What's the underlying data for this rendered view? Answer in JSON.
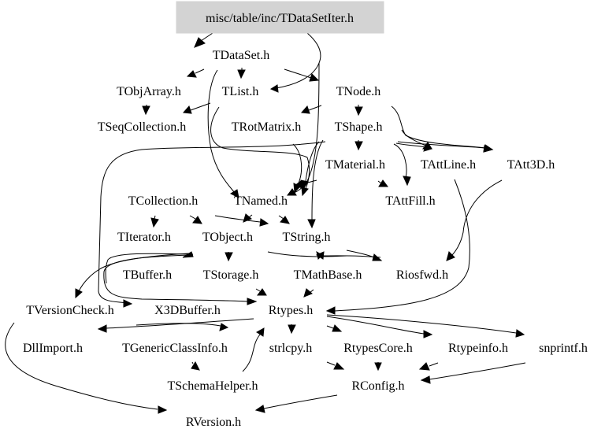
{
  "graph": {
    "title": "misc/table/inc/TDataSetIter.h",
    "root": "n0",
    "colors": {
      "root_fill": "#d3d3d3",
      "edge": "#000000",
      "text": "#000000",
      "background": "#ffffff"
    },
    "nodes": [
      {
        "id": "n0",
        "label": "misc/table/inc/TDataSetIter.h",
        "root": true
      },
      {
        "id": "n1",
        "label": "TDataSet.h"
      },
      {
        "id": "n2",
        "label": "TObjArray.h"
      },
      {
        "id": "n3",
        "label": "TList.h"
      },
      {
        "id": "n4",
        "label": "TNode.h"
      },
      {
        "id": "n5",
        "label": "TSeqCollection.h"
      },
      {
        "id": "n6",
        "label": "TRotMatrix.h"
      },
      {
        "id": "n7",
        "label": "TShape.h"
      },
      {
        "id": "n8",
        "label": "TMaterial.h"
      },
      {
        "id": "n9",
        "label": "TAttLine.h"
      },
      {
        "id": "n10",
        "label": "TAtt3D.h"
      },
      {
        "id": "n11",
        "label": "TCollection.h"
      },
      {
        "id": "n12",
        "label": "TNamed.h"
      },
      {
        "id": "n13",
        "label": "TAttFill.h"
      },
      {
        "id": "n14",
        "label": "TIterator.h"
      },
      {
        "id": "n15",
        "label": "TObject.h"
      },
      {
        "id": "n16",
        "label": "TString.h"
      },
      {
        "id": "n17",
        "label": "TBuffer.h"
      },
      {
        "id": "n18",
        "label": "TStorage.h"
      },
      {
        "id": "n19",
        "label": "TMathBase.h"
      },
      {
        "id": "n20",
        "label": "Riosfwd.h"
      },
      {
        "id": "n21",
        "label": "TVersionCheck.h"
      },
      {
        "id": "n22",
        "label": "X3DBuffer.h"
      },
      {
        "id": "n23",
        "label": "Rtypes.h"
      },
      {
        "id": "n24",
        "label": "DllImport.h"
      },
      {
        "id": "n25",
        "label": "TGenericClassInfo.h"
      },
      {
        "id": "n26",
        "label": "strlcpy.h"
      },
      {
        "id": "n27",
        "label": "RtypesCore.h"
      },
      {
        "id": "n28",
        "label": "Rtypeinfo.h"
      },
      {
        "id": "n29",
        "label": "snprintf.h"
      },
      {
        "id": "n30",
        "label": "TSchemaHelper.h"
      },
      {
        "id": "n31",
        "label": "RConfig.h"
      },
      {
        "id": "n32",
        "label": "RVersion.h"
      }
    ],
    "edges": [
      {
        "from": "misc/table/inc/TDataSetIter.h",
        "to": "TDataSet.h"
      },
      {
        "from": "misc/table/inc/TDataSetIter.h",
        "to": "TList.h"
      },
      {
        "from": "misc/table/inc/TDataSetIter.h",
        "to": "TNamed.h"
      },
      {
        "from": "TDataSet.h",
        "to": "TObjArray.h"
      },
      {
        "from": "TDataSet.h",
        "to": "TList.h"
      },
      {
        "from": "TDataSet.h",
        "to": "TNode.h"
      },
      {
        "from": "TDataSet.h",
        "to": "TNamed.h"
      },
      {
        "from": "TObjArray.h",
        "to": "TSeqCollection.h"
      },
      {
        "from": "TList.h",
        "to": "TSeqCollection.h"
      },
      {
        "from": "TList.h",
        "to": "TNamed.h"
      },
      {
        "from": "TNode.h",
        "to": "TShape.h"
      },
      {
        "from": "TNode.h",
        "to": "TRotMatrix.h"
      },
      {
        "from": "TNode.h",
        "to": "TAttLine.h"
      },
      {
        "from": "TNode.h",
        "to": "TAtt3D.h"
      },
      {
        "from": "TNode.h",
        "to": "TAttFill.h"
      },
      {
        "from": "TSeqCollection.h",
        "to": "TCollection.h"
      },
      {
        "from": "TRotMatrix.h",
        "to": "TNamed.h"
      },
      {
        "from": "TShape.h",
        "to": "TMaterial.h"
      },
      {
        "from": "TShape.h",
        "to": "TAttLine.h"
      },
      {
        "from": "TShape.h",
        "to": "TAtt3D.h"
      },
      {
        "from": "TShape.h",
        "to": "TAttFill.h"
      },
      {
        "from": "TShape.h",
        "to": "TNamed.h"
      },
      {
        "from": "TShape.h",
        "to": "X3DBuffer.h"
      },
      {
        "from": "TShape.h",
        "to": "TString.h"
      },
      {
        "from": "TMaterial.h",
        "to": "TAttFill.h"
      },
      {
        "from": "TMaterial.h",
        "to": "TNamed.h"
      },
      {
        "from": "TAttLine.h",
        "to": "Rtypes.h"
      },
      {
        "from": "TAtt3D.h",
        "to": "Riosfwd.h"
      },
      {
        "from": "TCollection.h",
        "to": "TIterator.h"
      },
      {
        "from": "TCollection.h",
        "to": "TObject.h"
      },
      {
        "from": "TCollection.h",
        "to": "TString.h"
      },
      {
        "from": "TNamed.h",
        "to": "TObject.h"
      },
      {
        "from": "TNamed.h",
        "to": "TString.h"
      },
      {
        "from": "TObject.h",
        "to": "TStorage.h"
      },
      {
        "from": "TObject.h",
        "to": "TBuffer.h"
      },
      {
        "from": "TObject.h",
        "to": "TVersionCheck.h"
      },
      {
        "from": "TObject.h",
        "to": "Rtypes.h"
      },
      {
        "from": "TObject.h",
        "to": "TMathBase.h"
      },
      {
        "from": "TString.h",
        "to": "Riosfwd.h"
      },
      {
        "from": "TString.h",
        "to": "TMathBase.h"
      },
      {
        "from": "TStorage.h",
        "to": "Rtypes.h"
      },
      {
        "from": "TMathBase.h",
        "to": "Rtypes.h"
      },
      {
        "from": "TVersionCheck.h",
        "to": "RVersion.h"
      },
      {
        "from": "Rtypes.h",
        "to": "DllImport.h"
      },
      {
        "from": "Rtypes.h",
        "to": "TGenericClassInfo.h"
      },
      {
        "from": "Rtypes.h",
        "to": "strlcpy.h"
      },
      {
        "from": "Rtypes.h",
        "to": "RtypesCore.h"
      },
      {
        "from": "Rtypes.h",
        "to": "Rtypeinfo.h"
      },
      {
        "from": "Rtypes.h",
        "to": "snprintf.h"
      },
      {
        "from": "TGenericClassInfo.h",
        "to": "TSchemaHelper.h"
      },
      {
        "from": "TSchemaHelper.h",
        "to": "Rtypes.h"
      },
      {
        "from": "RtypesCore.h",
        "to": "RConfig.h"
      },
      {
        "from": "strlcpy.h",
        "to": "RConfig.h"
      },
      {
        "from": "Rtypeinfo.h",
        "to": "RConfig.h"
      },
      {
        "from": "snprintf.h",
        "to": "RConfig.h"
      },
      {
        "from": "RConfig.h",
        "to": "RVersion.h"
      }
    ]
  }
}
